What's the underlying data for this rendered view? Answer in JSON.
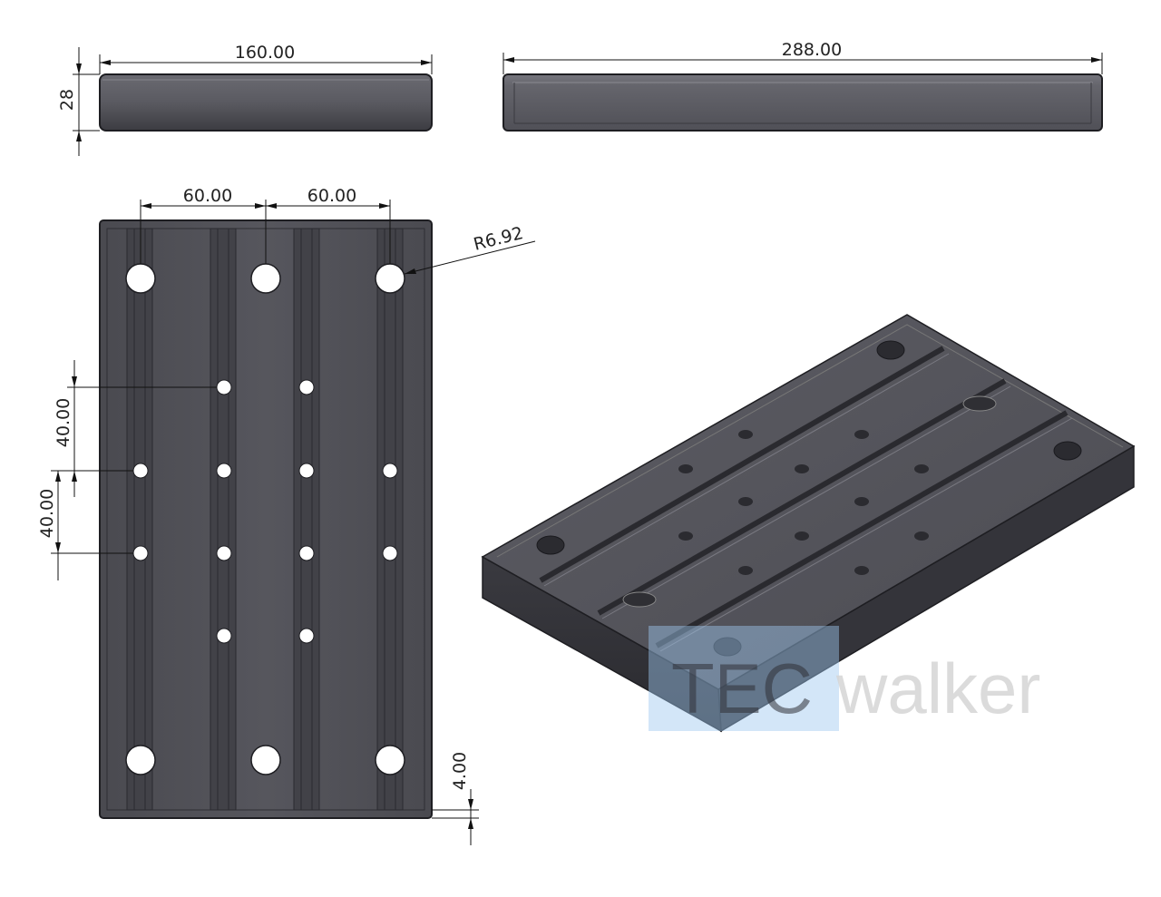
{
  "dimensions": {
    "side_width": "160.00",
    "side_height": "28",
    "front_length": "288.00",
    "top_spacing_left": "60.00",
    "top_spacing_right": "60.00",
    "hole_radius": "R6.92",
    "hole_spacing_upper": "40.00",
    "hole_spacing_lower": "40.00",
    "rim_height": "4.00"
  },
  "watermark": {
    "part1": "TEC",
    "part2": "walker"
  },
  "colors": {
    "body": "#4f4f55",
    "body_light": "#5b5b62",
    "groove": "#3a3a3f",
    "edge": "#1e1e22",
    "watermark_tec": "#2f2f36",
    "watermark_walker": "#d5d5d5"
  }
}
